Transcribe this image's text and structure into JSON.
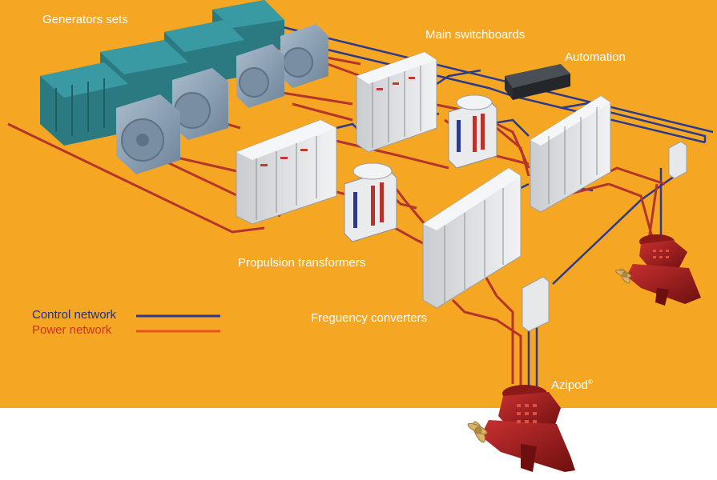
{
  "labels": {
    "generators": "Generators sets",
    "switchboards": "Main switchboards",
    "automation": "Automation",
    "transformers": "Propulsion transformers",
    "converters": "Freguency converters",
    "azipod": "Azipod",
    "azipod_mark": "®"
  },
  "legend": {
    "control": "Control network",
    "power": "Power network"
  },
  "colors": {
    "background": "#f5a623",
    "control_line": "#2b3a8c",
    "power_line": "#b5342c",
    "legend_control_text": "#1f2f8a",
    "legend_power_text": "#cc3322",
    "legend_power_line": "#e8541e",
    "generator": "#2e7e86",
    "motor": "#8fa3b8",
    "cabinet": "#e6e8ea",
    "pod": "#a81f1f"
  },
  "icons": [
    "generator-set-icon",
    "switchboard-icon",
    "transformer-icon",
    "converter-cabinet-icon",
    "automation-console-icon",
    "azipod-icon",
    "propeller-icon"
  ]
}
